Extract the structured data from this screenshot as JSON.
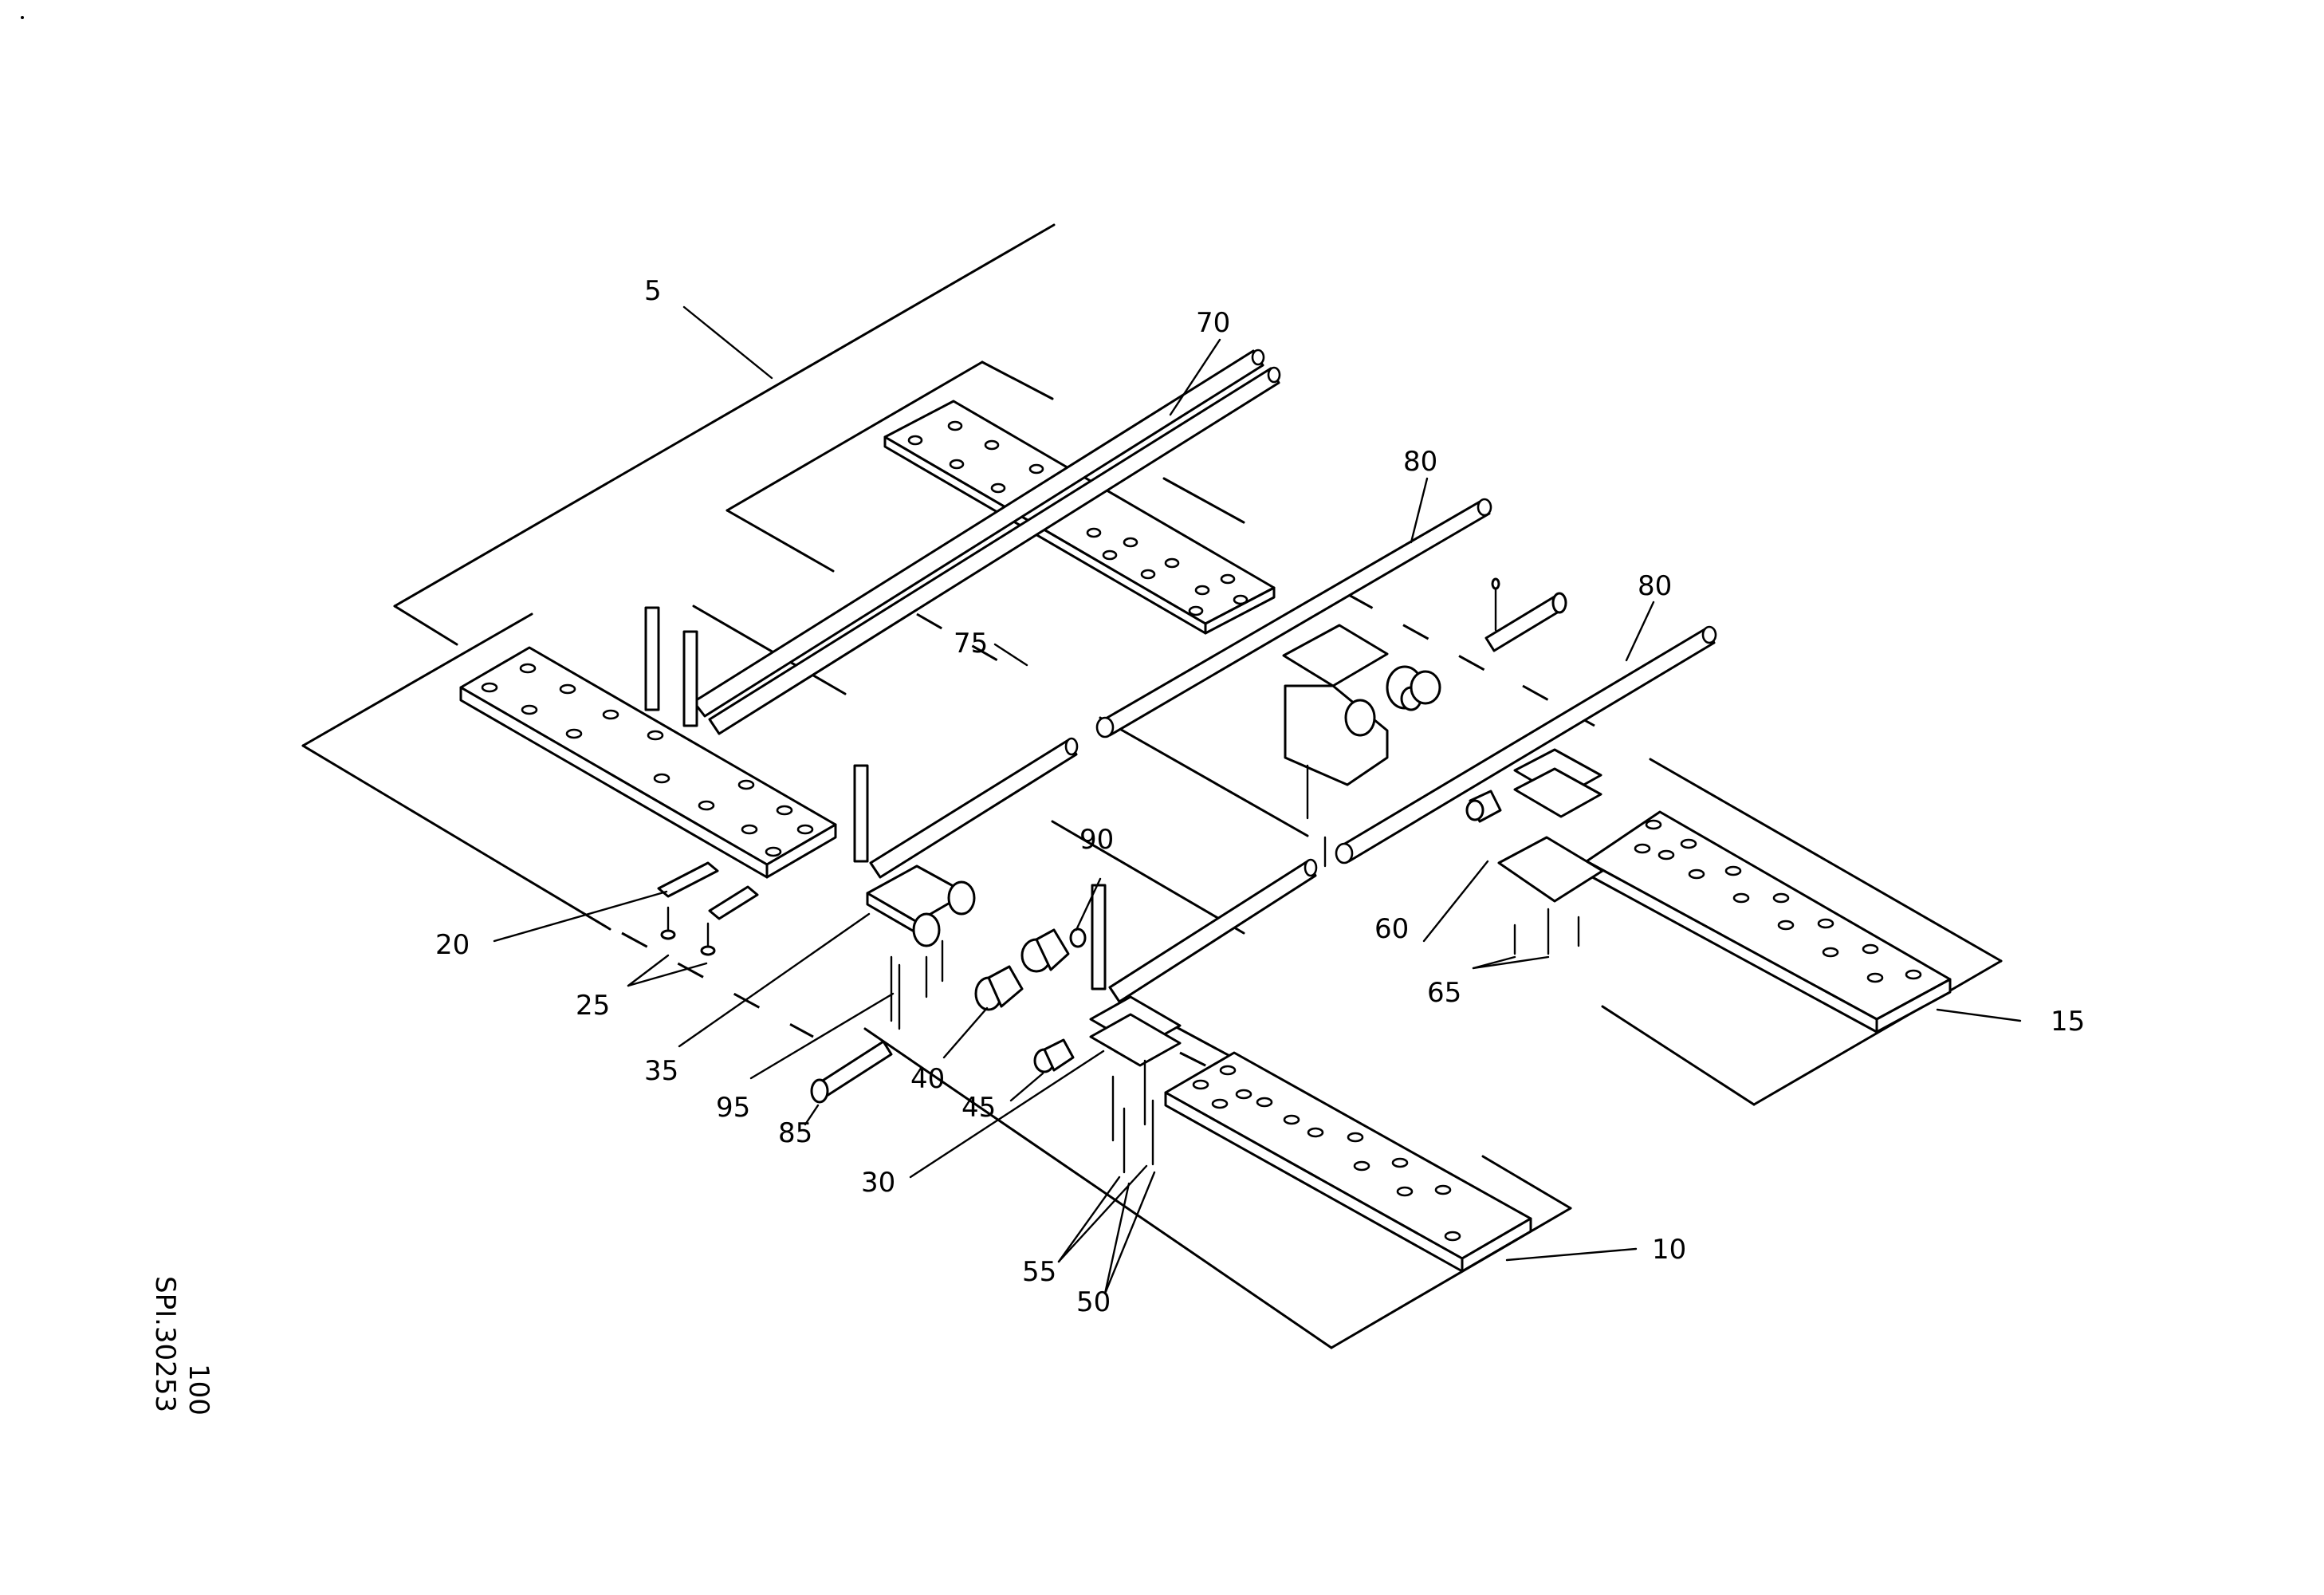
{
  "drawing_id": "SPI.30253",
  "drawing_sheet": "100",
  "callouts": {
    "c5": "5",
    "c10": "10",
    "c15": "15",
    "c20": "20",
    "c25": "25",
    "c30": "30",
    "c35": "35",
    "c40": "40",
    "c45": "45",
    "c50": "50",
    "c55": "55",
    "c60": "60",
    "c65": "65",
    "c70": "70",
    "c75": "75",
    "c80a": "80",
    "c80b": "80",
    "c85": "85",
    "c90": "90",
    "c95": "95"
  }
}
